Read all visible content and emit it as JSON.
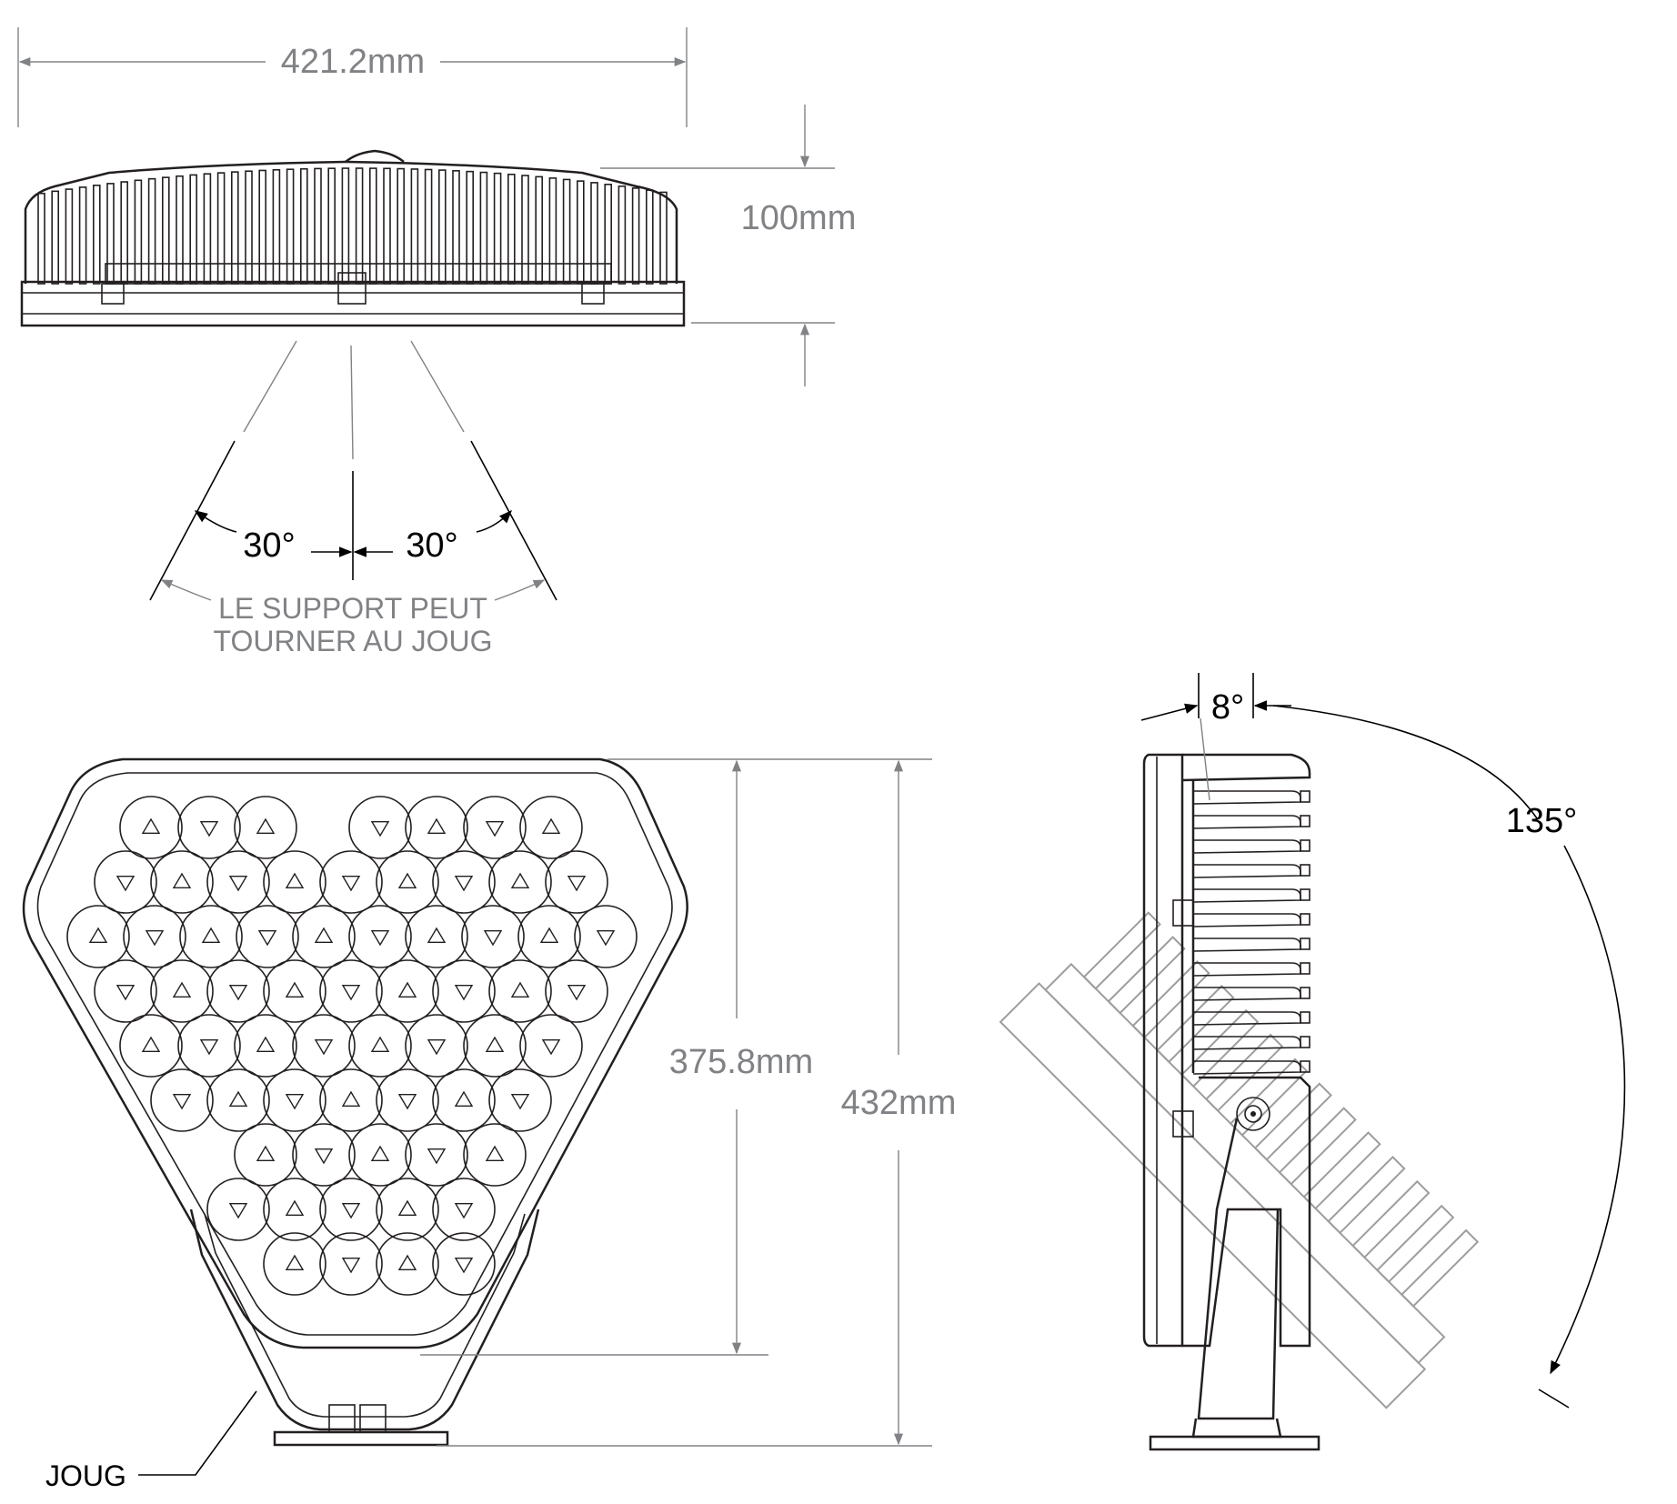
{
  "dimensions": {
    "width": "421.2mm",
    "height_top": "100mm",
    "inner_height": "375.8mm",
    "total_height": "432mm"
  },
  "angles": {
    "left": "30°",
    "right": "30°",
    "tilt_small": "8°",
    "tilt_large": "135°"
  },
  "note": {
    "line1": "LE SUPPORT PEUT",
    "line2": "TOURNER AU JOUG"
  },
  "labels": {
    "yoke": "JOUG"
  }
}
